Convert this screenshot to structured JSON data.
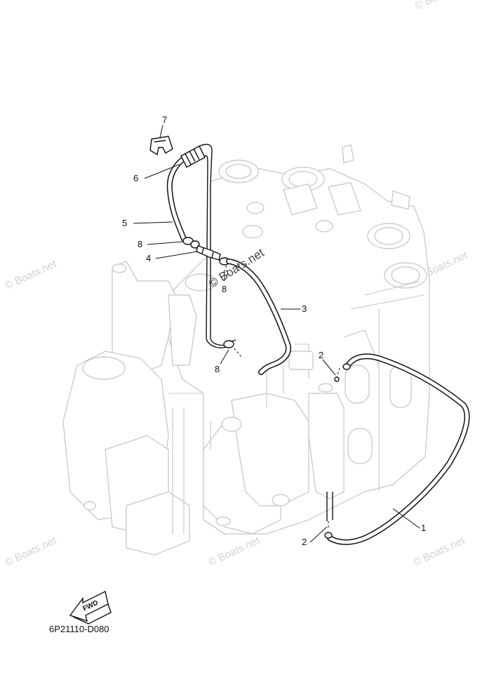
{
  "diagram_code": "6P21110-D080",
  "fwd_label": "FWD",
  "watermark": "© Boats.net",
  "callouts": [
    {
      "id": "c7",
      "text": "7"
    },
    {
      "id": "c6",
      "text": "6"
    },
    {
      "id": "c5",
      "text": "5"
    },
    {
      "id": "c8a",
      "text": "8"
    },
    {
      "id": "c4",
      "text": "4"
    },
    {
      "id": "c8b",
      "text": "8"
    },
    {
      "id": "c3",
      "text": "3"
    },
    {
      "id": "c2a",
      "text": "2"
    },
    {
      "id": "c8c",
      "text": "8"
    },
    {
      "id": "c1",
      "text": "1"
    },
    {
      "id": "c2b",
      "text": "2"
    }
  ]
}
